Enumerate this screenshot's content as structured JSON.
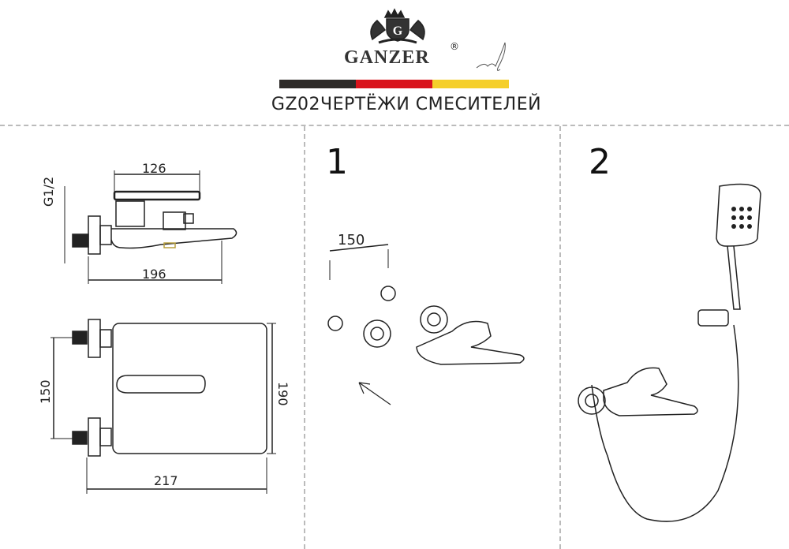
{
  "header": {
    "brand": "GANZER",
    "registered_mark": "®",
    "title": "GZ02ЧЕРТЁЖИ СМЕСИТЕЛЕЙ",
    "flag_colors": [
      "#2d2a28",
      "#d9141c",
      "#f5cf2a"
    ]
  },
  "drawing_side": {
    "thread_label": "G1/2",
    "top_width": "126",
    "overall_length": "196"
  },
  "drawing_front": {
    "center_distance": "150",
    "height": "190",
    "width": "217"
  },
  "step1": {
    "number": "1",
    "spacing": "150"
  },
  "step2": {
    "number": "2"
  }
}
